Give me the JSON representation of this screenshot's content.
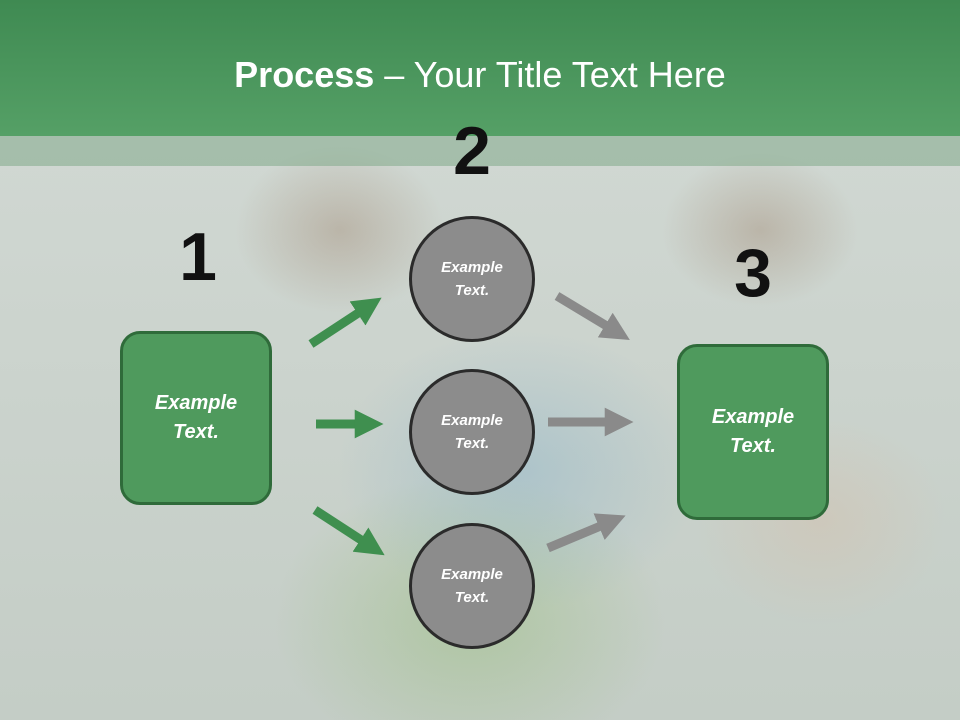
{
  "title": {
    "bold": "Process",
    "rest": " – Your Title Text Here"
  },
  "steps": {
    "one": "1",
    "two": "2",
    "three": "3"
  },
  "left_box": {
    "line1": "Example",
    "line2": "Text."
  },
  "right_box": {
    "line1": "Example",
    "line2": "Text."
  },
  "circles": [
    {
      "line1": "Example",
      "line2": "Text."
    },
    {
      "line1": "Example",
      "line2": "Text."
    },
    {
      "line1": "Example",
      "line2": "Text."
    }
  ],
  "colors": {
    "header": "#4a9a5c",
    "box": "#4f9a5d",
    "circle": "#8c8c8c",
    "arrow_green": "#3f8f4f",
    "arrow_gray": "#8a8a8a"
  }
}
